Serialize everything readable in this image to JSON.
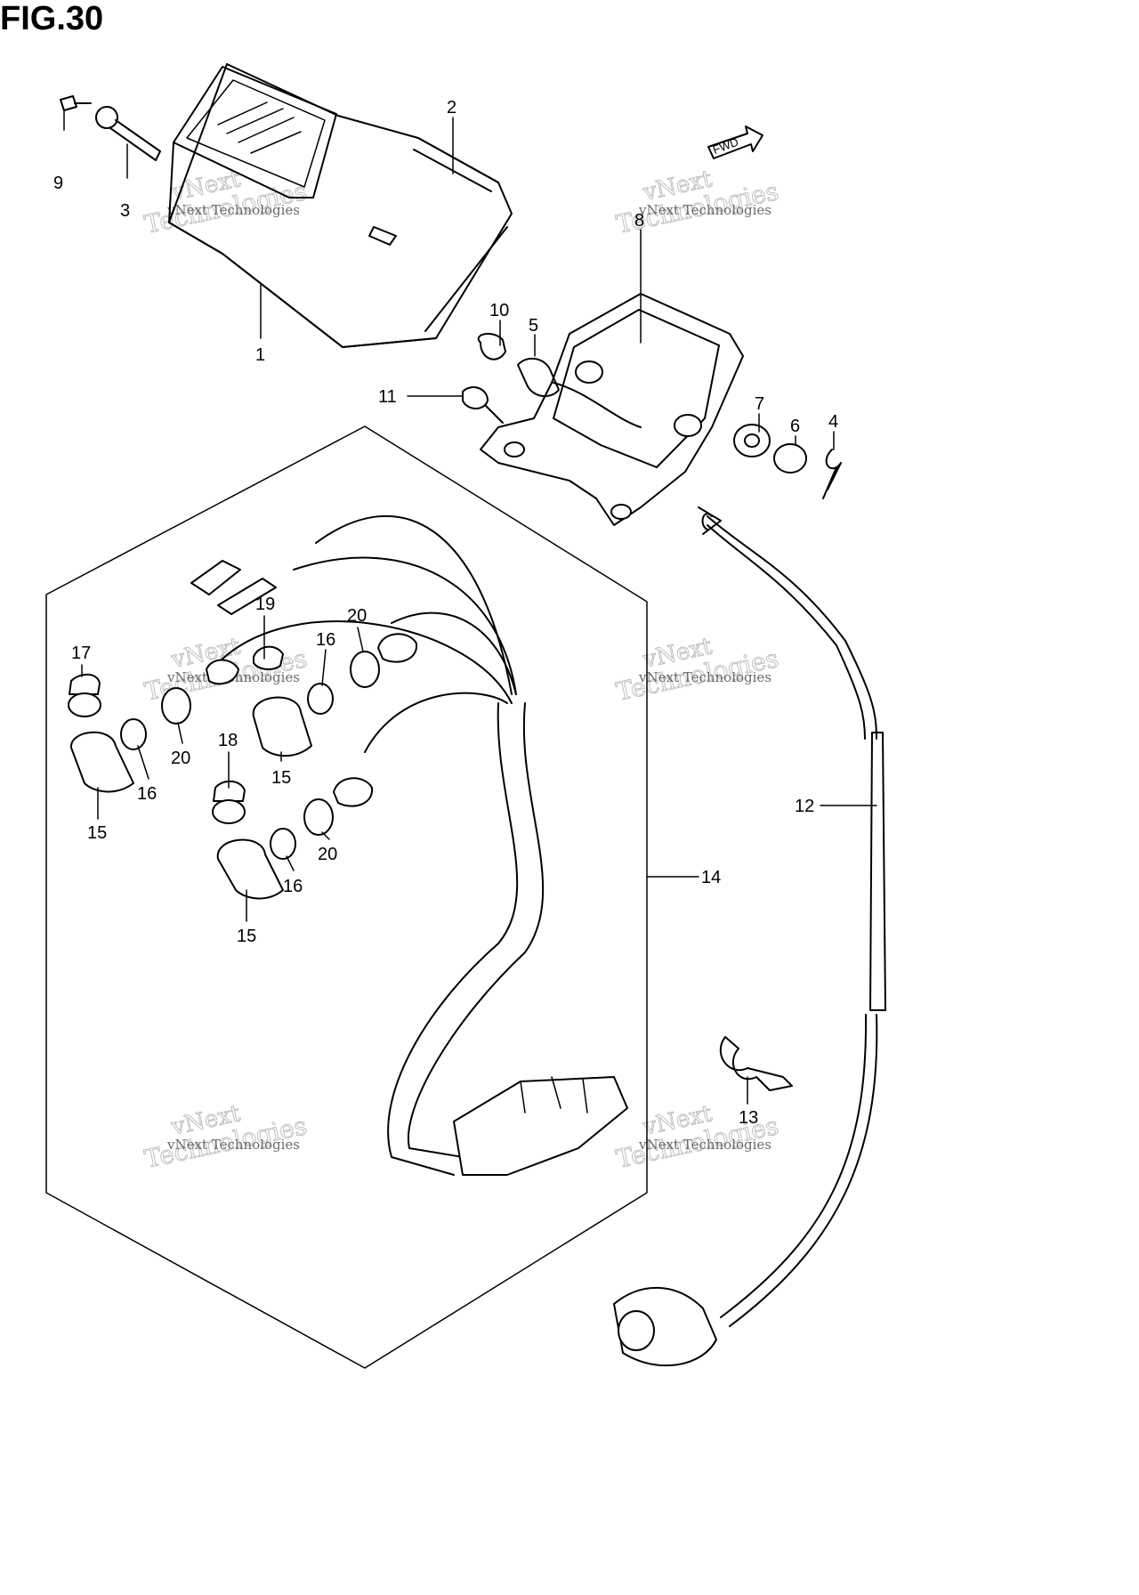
{
  "figure": {
    "title": "FIG.30"
  },
  "callouts": [
    {
      "id": "c1",
      "label": "1"
    },
    {
      "id": "c2",
      "label": "2"
    },
    {
      "id": "c3",
      "label": "3"
    },
    {
      "id": "c4",
      "label": "4"
    },
    {
      "id": "c5",
      "label": "5"
    },
    {
      "id": "c6",
      "label": "6"
    },
    {
      "id": "c7",
      "label": "7"
    },
    {
      "id": "c8",
      "label": "8"
    },
    {
      "id": "c9",
      "label": "9"
    },
    {
      "id": "c10",
      "label": "10"
    },
    {
      "id": "c11",
      "label": "11"
    },
    {
      "id": "c12",
      "label": "12"
    },
    {
      "id": "c13",
      "label": "13"
    },
    {
      "id": "c14",
      "label": "14"
    },
    {
      "id": "c15a",
      "label": "15"
    },
    {
      "id": "c15b",
      "label": "15"
    },
    {
      "id": "c15c",
      "label": "15"
    },
    {
      "id": "c16a",
      "label": "16"
    },
    {
      "id": "c16b",
      "label": "16"
    },
    {
      "id": "c16c",
      "label": "16"
    },
    {
      "id": "c17",
      "label": "17"
    },
    {
      "id": "c18",
      "label": "18"
    },
    {
      "id": "c19",
      "label": "19"
    },
    {
      "id": "c20a",
      "label": "20"
    },
    {
      "id": "c20b",
      "label": "20"
    },
    {
      "id": "c20c",
      "label": "20"
    }
  ],
  "fwd_arrow": {
    "label": "FWD"
  },
  "watermark": {
    "line1": "vNext Technologies",
    "line2": "vNext",
    "line3": "Technologies"
  }
}
